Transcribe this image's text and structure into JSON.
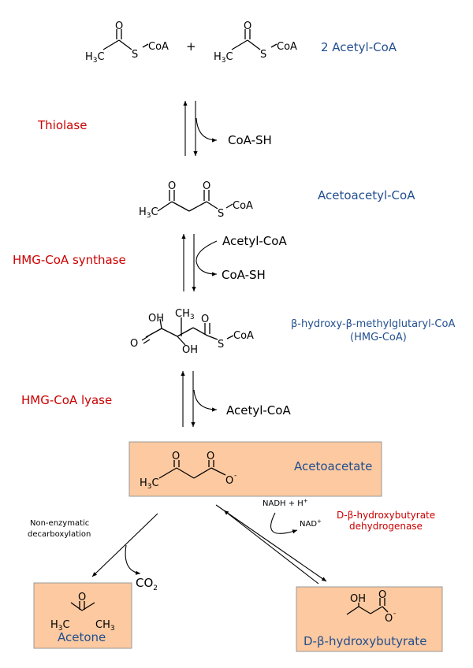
{
  "compounds": {
    "acetyl_coa": "2 Acetyl-CoA",
    "acetoacetyl_coa": "Acetoacetyl-CoA",
    "hmg_coa_line1": "β-hydroxy-β-methylglutaryl-CoA",
    "hmg_coa_line2": "(HMG-CoA)",
    "acetoacetate": "Acetoacetate",
    "acetone": "Acetone",
    "hydroxybutyrate": "D-β-hydroxybutyrate"
  },
  "enzymes": {
    "thiolase": "Thiolase",
    "hmg_synthase": "HMG-CoA synthase",
    "hmg_lyase": "HMG-CoA lyase",
    "dehydrogenase_line1": "D-β-hydroxybutyrate",
    "dehydrogenase_line2": "dehydrogenase"
  },
  "side_products": {
    "coa_sh_1": "CoA-SH",
    "acetyl_coa_in": "Acetyl-CoA",
    "coa_sh_2": "CoA-SH",
    "acetyl_coa_out": "Acetyl-CoA",
    "co2": "CO",
    "co2_sub": "2",
    "nadh": "NADH + H",
    "nadh_sup": "+",
    "nad": "NAD",
    "nad_sup": "+",
    "decarb_line1": "Non-enzymatic",
    "decarb_line2": "decarboxylation"
  },
  "atoms": {
    "plus": "+",
    "o": "O",
    "s": "S",
    "coa": "CoA",
    "h3c": "H",
    "h3c_sub": "3",
    "h3c_c": "C",
    "ch3_c": "CH",
    "ch3_sub": "3",
    "oh": "OH",
    "o_minus": "-"
  }
}
